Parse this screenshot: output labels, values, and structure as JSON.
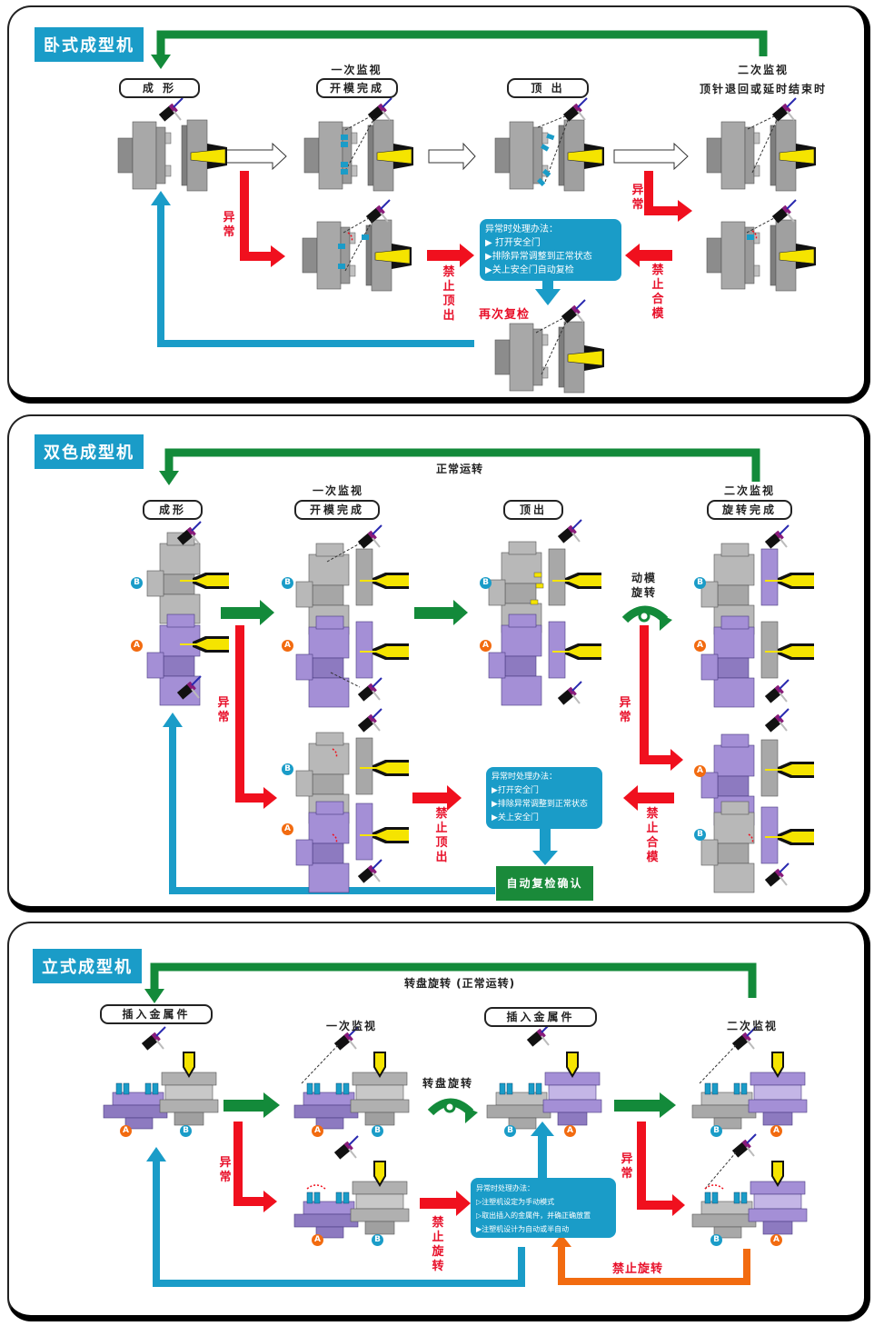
{
  "colors": {
    "green": "#138a3a",
    "blue": "#1a9cc8",
    "red": "#f0101e",
    "orange": "#f26b10",
    "gray": "#a9a9a9",
    "purple": "#8d7ac0",
    "yellow": "#f5e400"
  },
  "panels": [
    {
      "title": "卧式成型机",
      "stages": [
        {
          "box": "成 形",
          "label": ""
        },
        {
          "box": "开模完成",
          "label": "一次监视"
        },
        {
          "box": "顶 出",
          "label": ""
        },
        {
          "box": "",
          "label": "二次监视",
          "sublabel": "顶针退回或延时结束时"
        }
      ],
      "abnormal_left": "异常",
      "abnormal_right": "异常",
      "forbid_left": "禁止顶出",
      "forbid_right": "禁止合模",
      "recheck": "再次复检",
      "info": {
        "title": "异常时处理办法：",
        "items": [
          "▶ 打开安全门",
          "▶排除异常调整到正常状态",
          "▶关上安全门自动复检"
        ]
      }
    },
    {
      "title": "双色成型机",
      "loop_label": "正常运转",
      "stages": [
        {
          "box": "成形",
          "label": ""
        },
        {
          "box": "开模完成",
          "label": "一次监视"
        },
        {
          "box": "顶出",
          "label": ""
        },
        {
          "box": "旋转完成",
          "label": "二次监视"
        }
      ],
      "rotate_label": "动模\n旋转",
      "rotate_label_lines": [
        "动模",
        "旋转"
      ],
      "abnormal_left": "异常",
      "abnormal_right": "异常",
      "forbid_left": "禁止顶出",
      "forbid_right": "禁止合模",
      "info": {
        "title": "异常时处理办法：",
        "items": [
          "▶打开安全门",
          "▶排除异常调整到正常状态",
          "▶关上安全门"
        ]
      },
      "confirm_button": "自动复检确认",
      "markers": {
        "a": "A",
        "b": "B"
      }
    },
    {
      "title": "立式成型机",
      "loop_label": "转盘旋转 (正常运转)",
      "stages": [
        {
          "box": "插入金属件",
          "label": ""
        },
        {
          "box": "",
          "label": "一次监视"
        },
        {
          "box": "插入金属件",
          "label": ""
        },
        {
          "box": "",
          "label": "二次监视"
        }
      ],
      "rotate_label": "转盘旋转",
      "abnormal_left": "异常",
      "abnormal_right": "异常",
      "forbid_left": "禁止旋转",
      "forbid_bottom": "禁止旋转",
      "info": {
        "title": "异常时处理办法：",
        "items": [
          "▷注塑机设定为手动模式",
          "▷取出插入的金属件，并确正确放置",
          "▶注塑机设计为自动或半自动"
        ]
      },
      "markers": {
        "a": "A",
        "b": "B"
      }
    }
  ]
}
